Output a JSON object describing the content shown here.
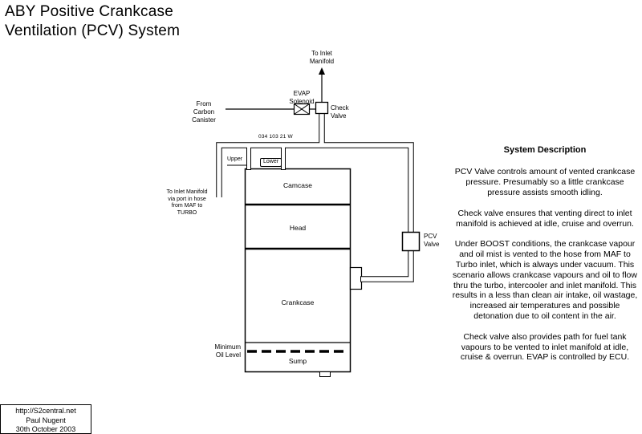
{
  "title": {
    "text": "ABY Positive Crankcase\nVentilation (PCV) System"
  },
  "diagram": {
    "labels": {
      "to_inlet_manifold_top": "To Inlet\nManifold",
      "evap_solenoid": "EVAP\nSolenoid",
      "from_carbon_canister": "From\nCarbon\nCanister",
      "check_valve": "Check\nValve",
      "hose_part_number": "034 103 21 W",
      "port_upper": "Upper",
      "port_lower": "Lower",
      "to_inlet_manifold_via_maf": "To Inlet Manifold\nvia port in hose\nfrom MAF to\nTURBO",
      "pcv_valve": "PCV\nValve",
      "minimum_oil_level": "Minimum\nOil Level"
    },
    "engine_sections": [
      "Camcase",
      "Head",
      "Crankcase",
      "Sump"
    ]
  },
  "description": {
    "heading": "System Description",
    "paragraphs": [
      "PCV Valve controls amount of vented crankcase pressure. Presumably so a little crankcase pressure assists smooth idling.",
      "Check valve ensures that venting direct to inlet manifold is achieved at idle, cruise and overrun.",
      "Under BOOST conditions, the crankcase vapour and oil mist is vented to the hose from MAF to Turbo inlet, which is always under vacuum. This scenario allows crankcase vapours and oil to flow thru the turbo, intercooler and inlet manifold. This results in a less than clean air intake, oil wastage, increased air temperatures and possible detonation due to oil content in the air.",
      "Check valve also provides path for fuel tank vapours to be vented to inlet manifold at idle, cruise & overrun. EVAP is controlled by ECU."
    ]
  },
  "credit": {
    "url": "http://S2central.net",
    "author": "Paul Nugent",
    "date": "30th October 2003"
  },
  "colors": {
    "ink": "#000000",
    "background": "#ffffff"
  }
}
